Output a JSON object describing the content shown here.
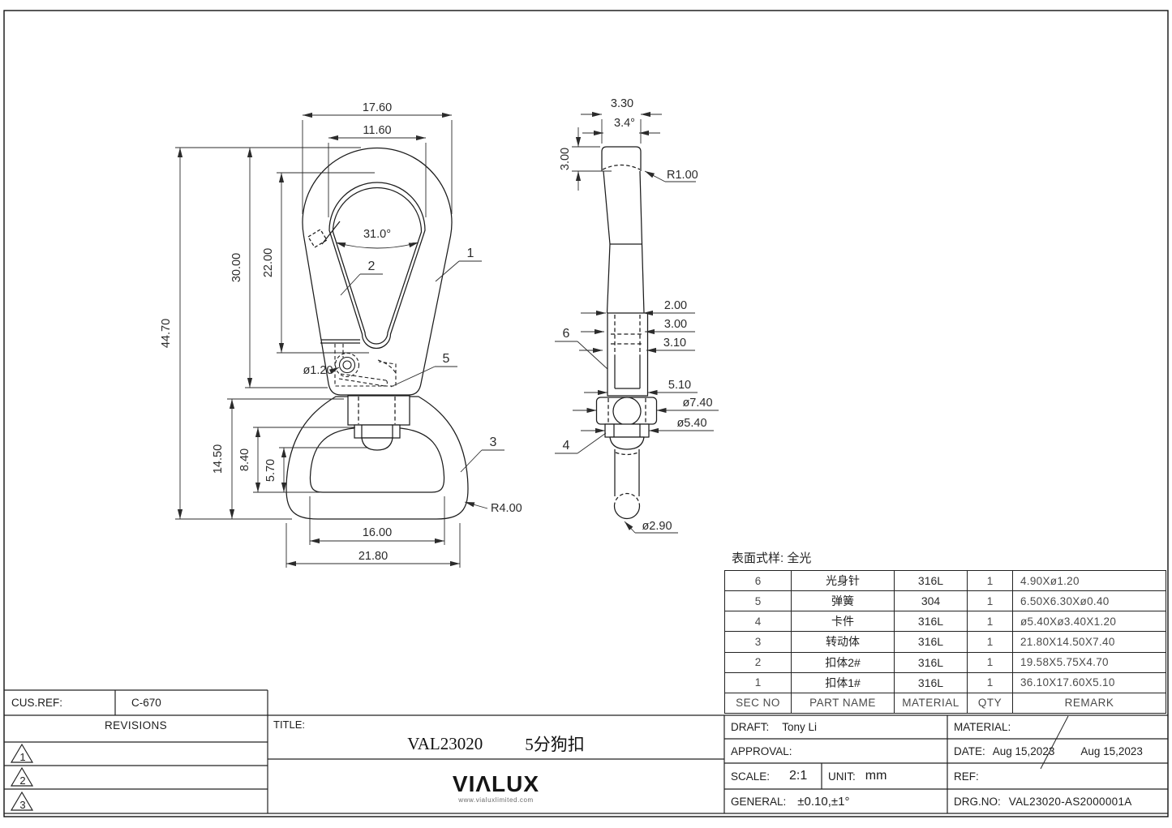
{
  "colors": {
    "line": "#1c1c1c",
    "dim": "#2b2b2b",
    "muted": "#4a4a4a"
  },
  "front_view": {
    "dims": {
      "outer_width": "17.60",
      "inner_width": "11.60",
      "gate_angle": "31.0°",
      "total_height": "44.70",
      "body_height": "30.00",
      "inner_height": "22.00",
      "pin_dia": "ø1.20",
      "ring_height": "14.50",
      "ring_inner_height": "8.40",
      "ring_slot_height": "5.70",
      "ring_inner_width": "16.00",
      "ring_outer_width": "21.80",
      "corner_radius": "R4.00"
    },
    "balloons": {
      "b1": "1",
      "b2": "2",
      "b3": "3",
      "b5": "5"
    }
  },
  "side_view": {
    "dims": {
      "tip_width": "3.30",
      "taper_angle": "3.4°",
      "tip_height": "3.00",
      "tip_radius": "R1.00",
      "w1": "2.00",
      "w2": "3.00",
      "w3": "3.10",
      "clevis_width": "5.10",
      "housing_dia": "ø7.40",
      "collar_dia": "ø5.40",
      "rod_dia": "ø2.90"
    },
    "balloons": {
      "b4": "4",
      "b6": "6"
    }
  },
  "surface_note": "表面式样: 全光",
  "parts_table": {
    "headers": [
      "SEC NO",
      "PART NAME",
      "MATERIAL",
      "QTY",
      "REMARK"
    ],
    "rows": [
      [
        "6",
        "光身针",
        "316L",
        "1",
        "4.90Xø1.20"
      ],
      [
        "5",
        "弹簧",
        "304",
        "1",
        "6.50X6.30Xø0.40"
      ],
      [
        "4",
        "卡件",
        "316L",
        "1",
        "ø5.40Xø3.40X1.20"
      ],
      [
        "3",
        "转动体",
        "316L",
        "1",
        "21.80X14.50X7.40"
      ],
      [
        "2",
        "扣体2#",
        "316L",
        "1",
        "19.58X5.75X4.70"
      ],
      [
        "1",
        "扣体1#",
        "316L",
        "1",
        "36.10X17.60X5.10"
      ]
    ]
  },
  "title_block": {
    "cus_ref_label": "CUS.REF:",
    "cus_ref_value": "C-670",
    "revisions_label": "REVISIONS",
    "revision_marks": [
      "1",
      "2",
      "3"
    ],
    "title_label": "TITLE:",
    "title_code": "VAL23020",
    "title_name": "5分狗扣",
    "logo_text": "VIΛLUX",
    "logo_url": "www.vialuxlimited.com",
    "draft_label": "DRAFT:",
    "draft_value": "Tony Li",
    "approval_label": "APPROVAL:",
    "scale_label": "SCALE:",
    "scale_value": "2:1",
    "unit_label": "UNIT:",
    "unit_value": "mm",
    "general_label": "GENERAL:",
    "general_value": "±0.10,±1°",
    "material_label": "MATERIAL:",
    "date_label": "DATE:",
    "date_value1": "Aug 15,2023",
    "date_value2": "Aug 15,2023",
    "ref_label": "REF:",
    "drg_label": "DRG.NO:",
    "drg_value": "VAL23020-AS2000001A"
  }
}
